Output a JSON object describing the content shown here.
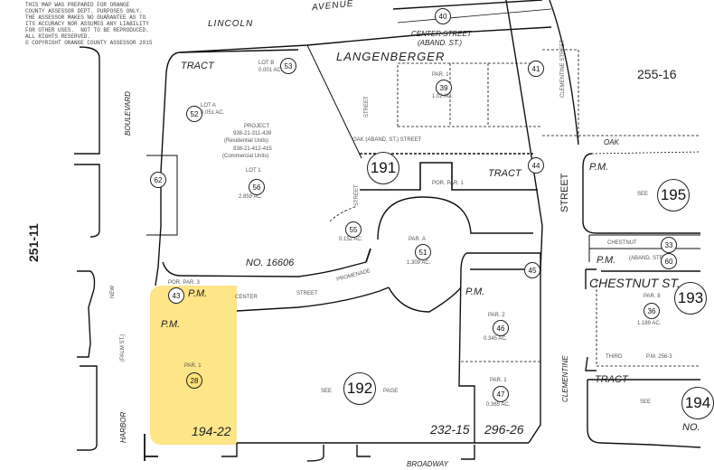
{
  "map": {
    "type": "assessor-parcel-map",
    "disclaimer": "THIS MAP WAS PREPARED FOR ORANGE\nCOUNTY ASSESSOR DEPT. PURPOSES ONLY.\nTHE ASSESSOR MAKES NO GUARANTEE AS TO\nITS ACCURACY NOR ASSUMES ANY LIABILITY\nFOR OTHER USES.  NOT TO BE REPRODUCED.\nALL RIGHTS RESERVED.\n© COPYRIGHT ORANGE COUNTY ASSESSOR 2015",
    "highlight_color": "#fde27b",
    "streets": {
      "lincoln": "LINCOLN",
      "avenue": "AVENUE",
      "boulevard": "BOULEVARD",
      "harbor": "HARBOR",
      "palm": "(PALM ST.)",
      "new": "NEW",
      "center_street": "CENTER STREET",
      "center_aband": "(ABAND. ST.)",
      "langenberger": "LANGENBERGER",
      "street_v1": "STREET",
      "street_v2": "STREET",
      "street_right": "STREET",
      "oak": "OAK",
      "oak_aband": "OAK      (ABAND. ST.)      STREET",
      "clementine_street": "CLEMENTINE STREET",
      "clementine_aband": "(ABAND. ST.)",
      "clementine": "CLEMENTINE",
      "chestnut": "CHESTNUT",
      "chestnut_aband": "(ABAND.     STREE",
      "chestnut_st": "CHESTNUT ST.",
      "third": "THIRD",
      "broadway": "BROADWAY",
      "center": "CENTER",
      "street_curve": "STREET",
      "promenade": "PROMENADE"
    },
    "tracts": {
      "tract1": "TRACT",
      "tract_no": "NO. 16606",
      "tract2": "TRACT",
      "tract3": "TRACT",
      "tract3_no": "NO."
    },
    "parcel_maps": [
      "P.M.",
      "P.M.",
      "P.M.",
      "P.M.",
      "P.M."
    ],
    "page_refs": {
      "p255_16": "255-16",
      "p251_11": "251-11",
      "p194_22": "194-22",
      "p232_15": "232-15",
      "p296_26": "296-26"
    },
    "book_pages": {
      "b191": "191",
      "b192": "192",
      "b193": "193",
      "b194": "194",
      "b195": "195",
      "see": "SEE",
      "page": "PAGE"
    },
    "parcels": {
      "p40": "40",
      "p41": "41",
      "p39": "39",
      "p53": "53",
      "p52": "52",
      "p62": "62",
      "p56": "56",
      "p55": "55",
      "p51": "51",
      "p43": "43",
      "p44": "44",
      "p45": "45",
      "p46": "46",
      "p47": "47",
      "p28": "28",
      "p33": "33",
      "p60": "60",
      "p36": "36"
    },
    "lot_labels": {
      "lot_b": "LOT B",
      "lot_b_ac": "0.001 AC.",
      "lot_a": "LOT A",
      "lot_a_ac": "0.051 AC.",
      "project": "PROJECT",
      "project_res": "938-21-311-439",
      "res_units": "(Residential Units)",
      "project_com": "938-21-412-415",
      "com_units": "(Commercial Units)",
      "lot_1": "LOT 1",
      "lot_1_ac": "2.859 AC.",
      "p55_ac": "0.152 AC.",
      "par_a": "PAR. A",
      "par_a_ac": "1.309 AC.",
      "par1_39": "PAR. 1",
      "p39_ac": "1.02 AC.",
      "por_par": "POR. PAR. 1",
      "por_par_43": "POR. PAR. 3",
      "par2_46": "PAR. 2",
      "p46_ac": "0.345 AC.",
      "par1_47": "PAR. 1",
      "p47_ac": "0.365 AC.",
      "par1_28": "PAR. 1",
      "par8_36": "PAR. 8",
      "p36_ac": "1.189 AC.",
      "pm_ref": "P.M. 256-3"
    }
  }
}
